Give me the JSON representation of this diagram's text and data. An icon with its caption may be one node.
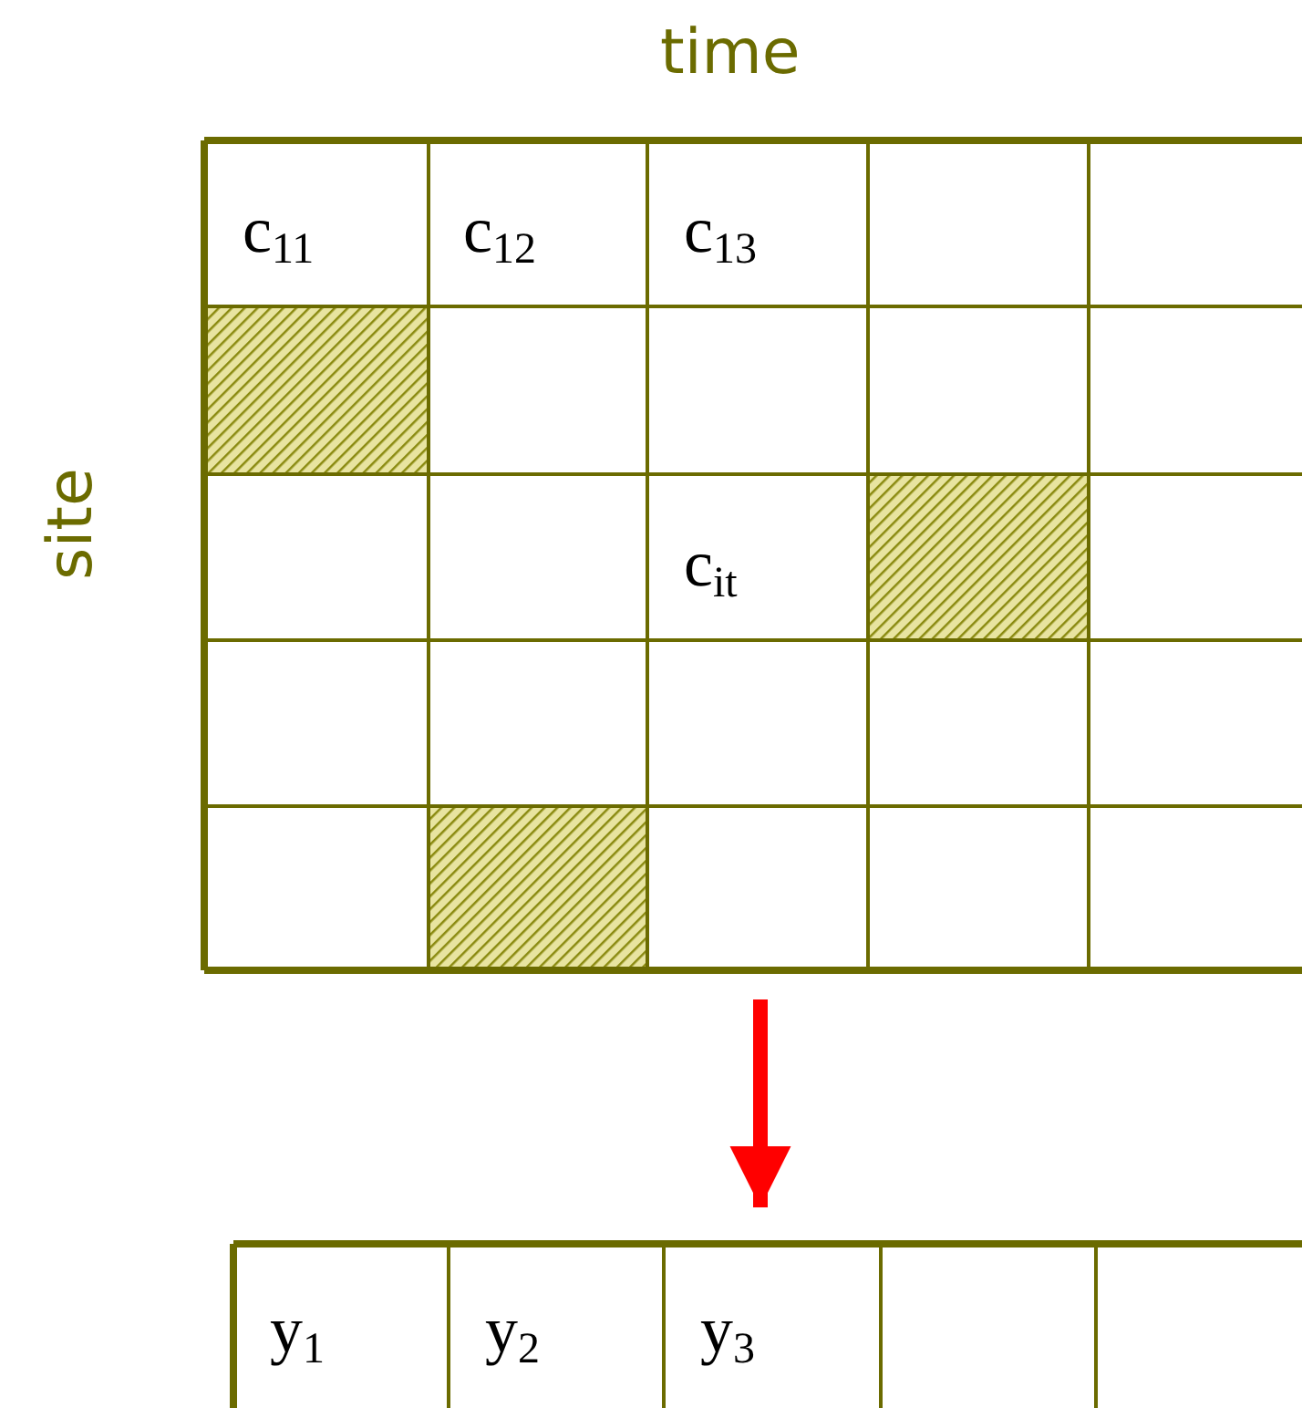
{
  "diagram": {
    "nodes": [
      {
        "text": [],
        "shape": "box"
      },
      {
        "text": [],
        "shape": "box"
      }
    ],
    "edges": [
      {
        "from": 0,
        "to": 1,
        "arrow": "to"
      }
    ],
    "labels": [
      "time",
      "site",
      "c$_{11}$",
      "c$_{12}$",
      "c$_{13}$",
      "c$_{it}$",
      "y$_{1}$",
      "y$_{2}$",
      "y$_{3}$"
    ]
  }
}
